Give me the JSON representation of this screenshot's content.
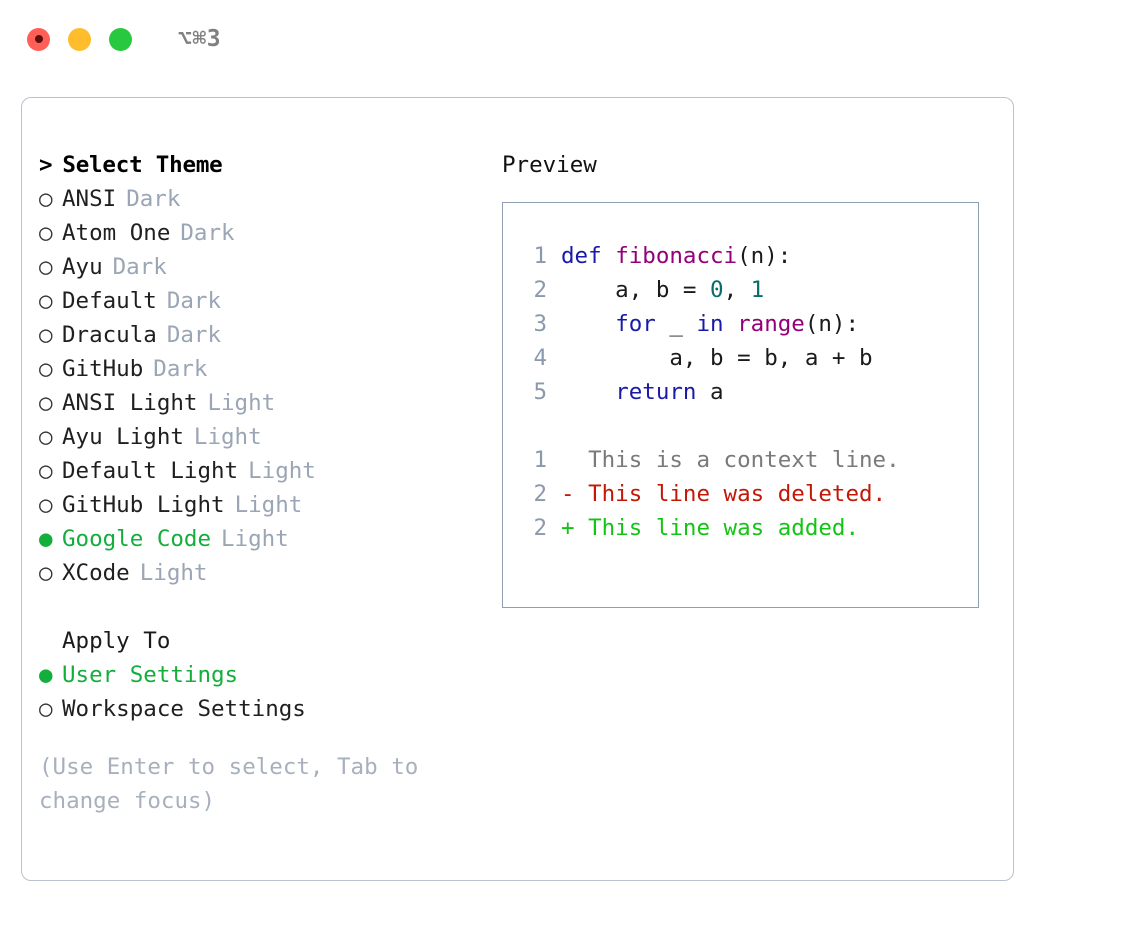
{
  "window": {
    "title": "⌥⌘3",
    "traffic_lights": [
      {
        "name": "close",
        "color": "#ff5f57"
      },
      {
        "name": "minimize",
        "color": "#ffbd2e"
      },
      {
        "name": "zoom",
        "color": "#28c840"
      }
    ]
  },
  "theme_picker": {
    "header_caret": ">",
    "header_label": "Select Theme",
    "bullet_unselected": "○",
    "bullet_selected": "●",
    "items": [
      {
        "label": "ANSI",
        "tag": "Dark",
        "selected": false
      },
      {
        "label": "Atom One",
        "tag": "Dark",
        "selected": false
      },
      {
        "label": "Ayu",
        "tag": "Dark",
        "selected": false
      },
      {
        "label": "Default",
        "tag": "Dark",
        "selected": false
      },
      {
        "label": "Dracula",
        "tag": "Dark",
        "selected": false
      },
      {
        "label": "GitHub",
        "tag": "Dark",
        "selected": false
      },
      {
        "label": "ANSI Light",
        "tag": "Light",
        "selected": false
      },
      {
        "label": "Ayu Light",
        "tag": "Light",
        "selected": false
      },
      {
        "label": "Default Light",
        "tag": "Light",
        "selected": false
      },
      {
        "label": "GitHub Light",
        "tag": "Light",
        "selected": false
      },
      {
        "label": "Google Code",
        "tag": "Light",
        "selected": true
      },
      {
        "label": "XCode",
        "tag": "Light",
        "selected": false
      }
    ]
  },
  "apply_to": {
    "section_label": "Apply To",
    "options": [
      {
        "label": "User Settings",
        "selected": true
      },
      {
        "label": "Workspace Settings",
        "selected": false
      }
    ]
  },
  "hint": "(Use Enter to select, Tab to change focus)",
  "preview": {
    "label": "Preview",
    "code_lines": [
      {
        "num": "1",
        "tokens": [
          {
            "text": "def ",
            "cls": "tok-kw"
          },
          {
            "text": "fibonacci",
            "cls": "tok-fn"
          },
          {
            "text": "(n):",
            "cls": "tok-pl"
          }
        ]
      },
      {
        "num": "2",
        "tokens": [
          {
            "text": "    a, b = ",
            "cls": "tok-pl"
          },
          {
            "text": "0",
            "cls": "tok-num"
          },
          {
            "text": ", ",
            "cls": "tok-pl"
          },
          {
            "text": "1",
            "cls": "tok-num"
          }
        ]
      },
      {
        "num": "3",
        "tokens": [
          {
            "text": "    ",
            "cls": "tok-pl"
          },
          {
            "text": "for",
            "cls": "tok-kw"
          },
          {
            "text": " _ ",
            "cls": "tok-pl"
          },
          {
            "text": "in",
            "cls": "tok-kw"
          },
          {
            "text": " ",
            "cls": "tok-pl"
          },
          {
            "text": "range",
            "cls": "tok-fn"
          },
          {
            "text": "(n):",
            "cls": "tok-pl"
          }
        ]
      },
      {
        "num": "4",
        "tokens": [
          {
            "text": "        a, b = b, a + b",
            "cls": "tok-pl"
          }
        ]
      },
      {
        "num": "5",
        "tokens": [
          {
            "text": "    ",
            "cls": "tok-pl"
          },
          {
            "text": "return",
            "cls": "tok-kw"
          },
          {
            "text": " a",
            "cls": "tok-pl"
          }
        ]
      }
    ],
    "diff_lines": [
      {
        "num": "1",
        "marker": " ",
        "text": "This is a context line.",
        "cls": "diff-ctx"
      },
      {
        "num": "2",
        "marker": "-",
        "text": "This line was deleted.",
        "cls": "diff-del"
      },
      {
        "num": "2",
        "marker": "+",
        "text": "This line was added.",
        "cls": "diff-add"
      }
    ]
  },
  "colors": {
    "accent_green": "#14ae3c",
    "tag_muted": "#9aa5b5",
    "gutter": "#8a99ad",
    "panel_border": "#b9c2cf",
    "preview_border": "#8f9eb0",
    "keyword": "#1a1aa8",
    "function": "#94007a",
    "number": "#0a6b6b",
    "diff_added": "#14c414",
    "diff_deleted": "#c21807",
    "diff_context": "#7a7a7a"
  }
}
